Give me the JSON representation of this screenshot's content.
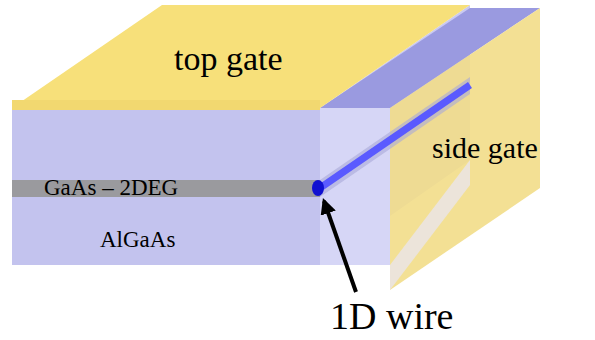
{
  "diagram": {
    "labels": [
      "top gate",
      "side gate",
      "GaAs – 2DEG",
      "AlGaAs",
      "1D wire"
    ]
  }
}
